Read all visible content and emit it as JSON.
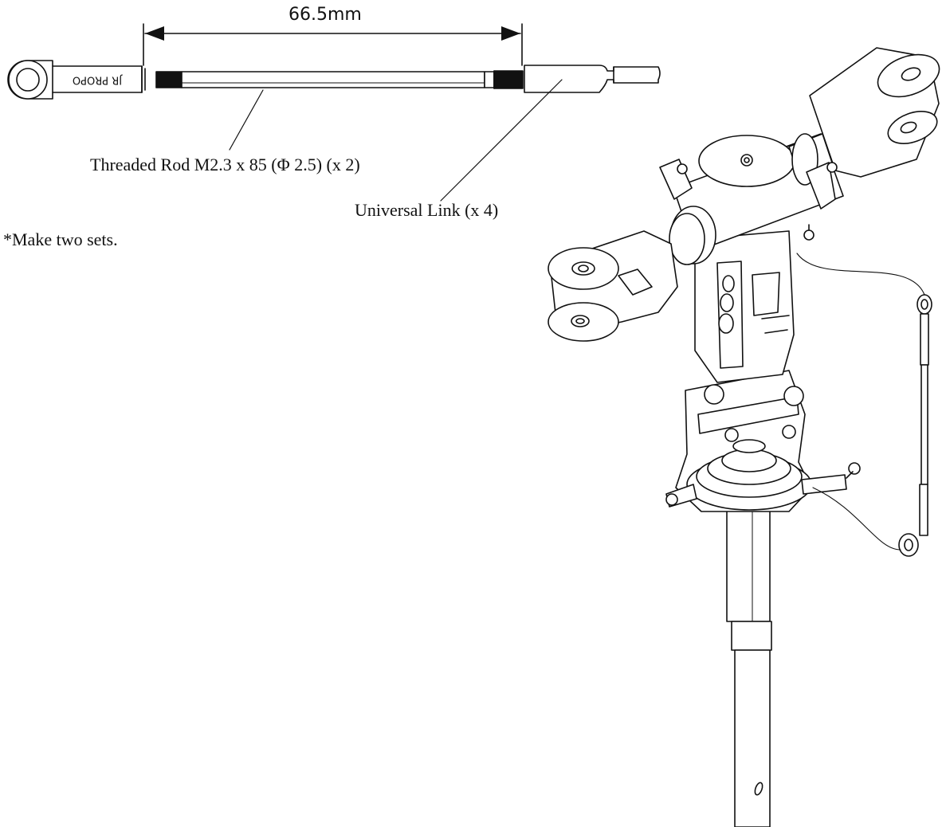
{
  "labels": {
    "dimension": "66.5mm",
    "rod_engraving": "JR PROPO",
    "threaded_rod": "Threaded Rod M2.3 x 85 (Φ 2.5) (x 2)",
    "universal_link": "Universal Link (x 4)",
    "note": "*Make two sets."
  },
  "colors": {
    "line": "#111111",
    "background": "#ffffff",
    "hatch": "#9a9a9a"
  }
}
